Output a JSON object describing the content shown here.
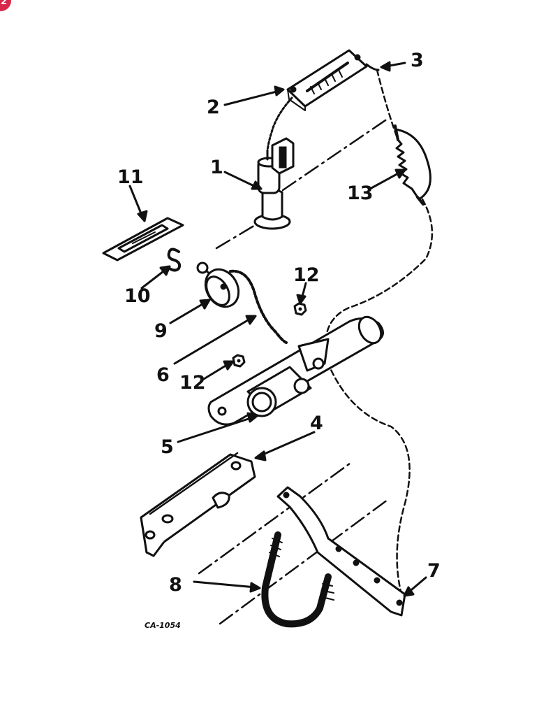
{
  "badge": {
    "label": "2"
  },
  "callouts": {
    "c1": "1",
    "c2": "2",
    "c3": "3",
    "c4": "4",
    "c5": "5",
    "c6": "6",
    "c7": "7",
    "c8": "8",
    "c9": "9",
    "c10": "10",
    "c11": "11",
    "c12a": "12",
    "c12b": "12",
    "c13": "13"
  },
  "drawing_code": "CA-1054"
}
